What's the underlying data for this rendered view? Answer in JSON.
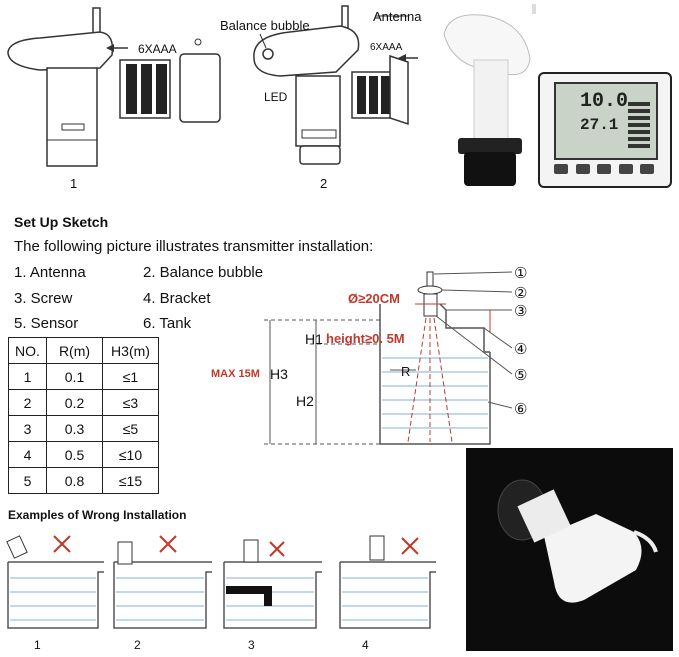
{
  "figure_top": {
    "labels": {
      "balance_bubble": "Balance bubble",
      "antenna": "Antenna",
      "battery_left": "6XAAA",
      "battery_right": "6XAAA",
      "led": "LED",
      "fig1": "1",
      "fig2": "2"
    },
    "display": {
      "line1": "10.0",
      "line2": "27.1"
    }
  },
  "setup": {
    "title": "Set Up Sketch",
    "intro": "The following picture illustrates transmitter installation:",
    "items": [
      "1. Antenna",
      "2. Balance bubble",
      "3. Screw",
      "4. Bracket",
      "5. Sensor",
      "6. Tank"
    ]
  },
  "table": {
    "headers": [
      "NO.",
      "R(m)",
      "H3(m)"
    ],
    "rows": [
      [
        "1",
        "0.1",
        "≤1"
      ],
      [
        "2",
        "0.2",
        "≤3"
      ],
      [
        "3",
        "0.3",
        "≤5"
      ],
      [
        "4",
        "0.5",
        "≤10"
      ],
      [
        "5",
        "0.8",
        "≤15"
      ]
    ]
  },
  "sketch": {
    "diameter": "Ø≥20CM",
    "height": "height≥0. 5M",
    "max": "MAX 15M",
    "h1": "H1",
    "h2": "H2",
    "h3": "H3",
    "r": "R",
    "callouts": [
      "①",
      "②",
      "③",
      "④",
      "⑤",
      "⑥"
    ]
  },
  "wrong": {
    "title": "Examples of Wrong Installation",
    "labels": [
      "1",
      "2",
      "3",
      "4"
    ]
  },
  "colors": {
    "accent_red": "#c0392b",
    "water_blue": "#7fb3d9",
    "tank_gray": "#555555"
  }
}
